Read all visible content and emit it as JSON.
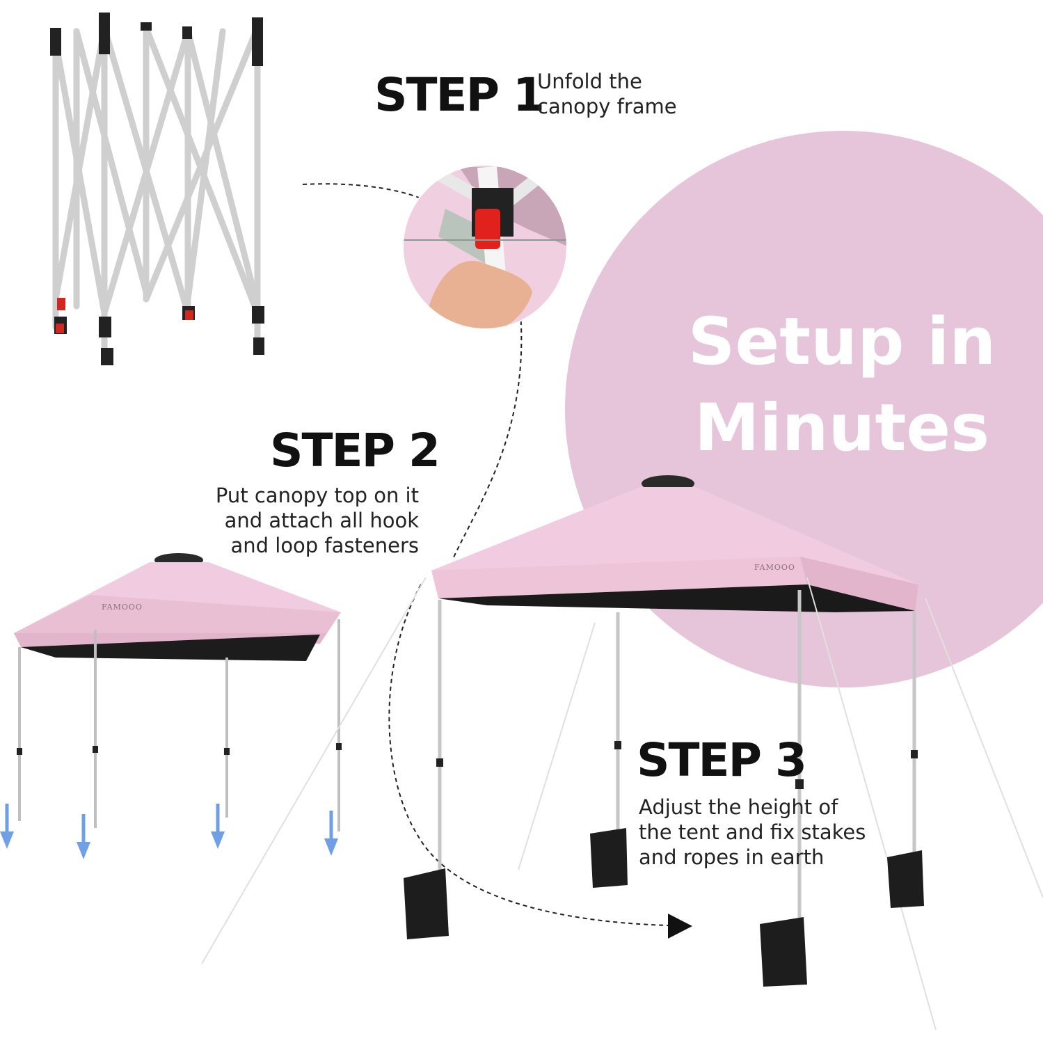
{
  "hero": {
    "line1": "Setup in",
    "line2": "Minutes"
  },
  "steps": [
    {
      "title": "STEP 1",
      "lines": [
        "Unfold the",
        "canopy frame"
      ]
    },
    {
      "title": "STEP 2",
      "lines": [
        "Put canopy top on it",
        "and attach all hook",
        "and loop fasteners"
      ]
    },
    {
      "title": "STEP 3",
      "lines": [
        "Adjust the height of",
        "the tent and fix stakes",
        "and ropes in earth"
      ]
    }
  ],
  "brand_mark": "FAMOOO",
  "colors": {
    "circle": "#e6c5da",
    "canopy": "#f1cbdf",
    "canopy_shade": "#e2b5cc",
    "arrow": "#6fa0e6",
    "frame": "#dcdcdc",
    "text": "#111111"
  },
  "icons": [
    "down-arrow-icon",
    "arrowhead-icon"
  ]
}
